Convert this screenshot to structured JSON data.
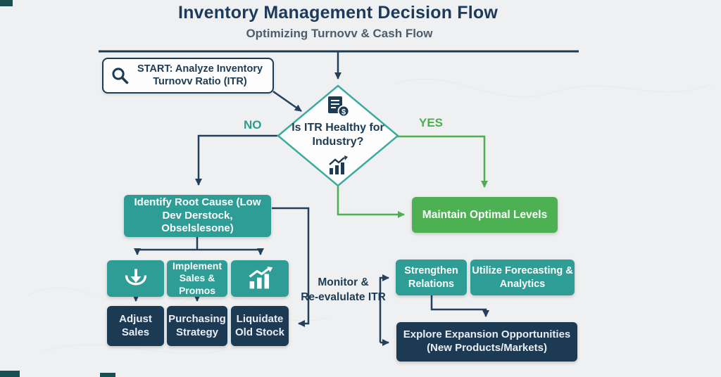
{
  "header": {
    "title": "Inventory Management Decision Flow",
    "subtitle": "Optimizing Turnovv & Cash Flow"
  },
  "flow": {
    "start_label": "START: Analyze Inventory Turnovv Ratio (ITR)",
    "decision_label": "Is ITR Healthy for Industry?",
    "no_label": "NO",
    "yes_label": "YES",
    "loop_label_line1": "Monitor &",
    "loop_label_line2": "Re-evalulate ITR",
    "nodes": {
      "identify_root_cause": "Identify Root Cause (Low Dev Derstock, Obselslesone)",
      "maintain_optimal_levels": "Maintain Optimal Levels",
      "implement_sales_promos": "Implement Sales & Promos",
      "adjust_sales": "Adjust Sales",
      "purchasing_strategy": "Purchasing Strategy",
      "liquidate_old_stock": "Liquidate Old Stock",
      "strengthen_relations": "Strengthen Relations",
      "utilize_forecasting": "Utilize Forecasting & Analytics",
      "explore_expansion": "Explore Expansion Opportunities (New Products/Markets)"
    },
    "icons": {
      "start": "magnifier-icon",
      "decision_top": "invoice-dollar-icon",
      "decision_bottom": "growth-chart-icon",
      "reduce_stock_box": "download-arrow-icon",
      "boost_sales_box": "rising-bars-icon"
    }
  },
  "colors": {
    "teal": "#2d9d95",
    "green": "#4caf50",
    "navy_box": "#1d3a55",
    "line_navy": "#22405c",
    "diamond_border": "#3aab9e",
    "background": "#eef0f1"
  }
}
